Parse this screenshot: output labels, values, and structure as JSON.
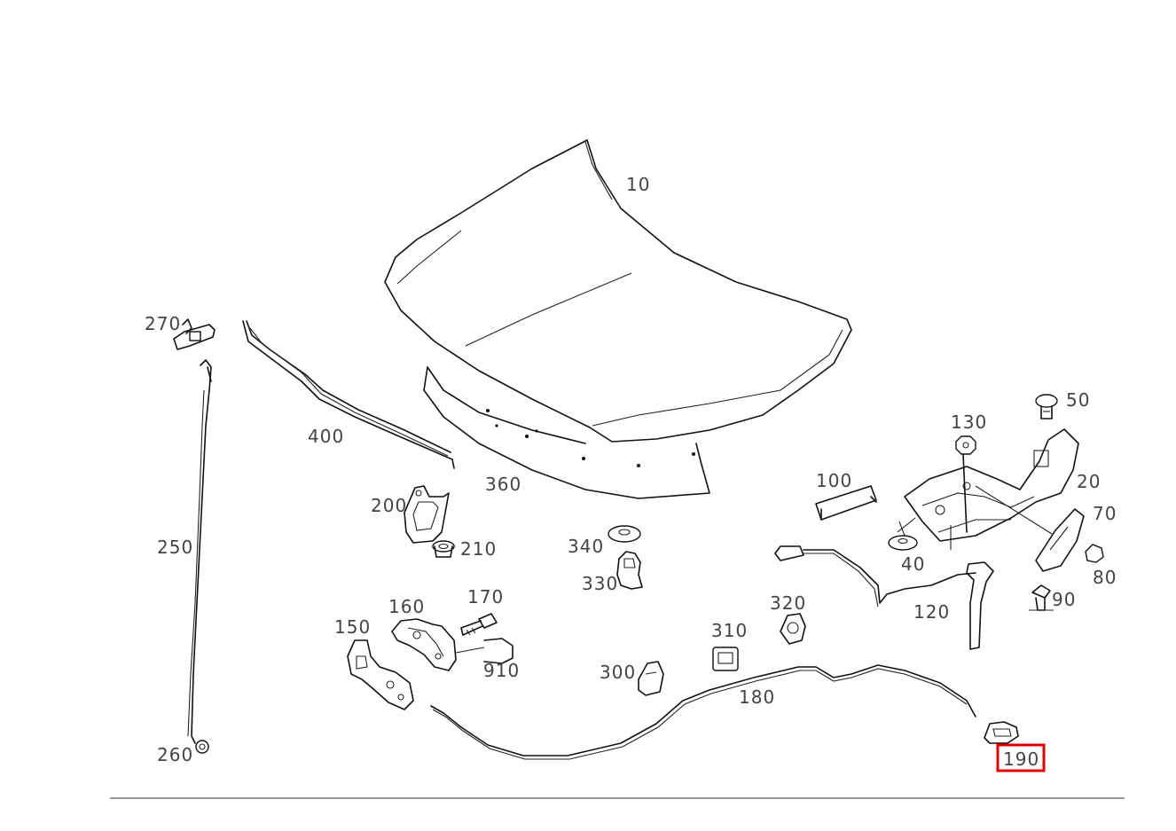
{
  "parts": [
    {
      "id": "p10",
      "label": "10"
    },
    {
      "id": "p20",
      "label": "20"
    },
    {
      "id": "p40",
      "label": "40"
    },
    {
      "id": "p50",
      "label": "50"
    },
    {
      "id": "p70",
      "label": "70"
    },
    {
      "id": "p80",
      "label": "80"
    },
    {
      "id": "p90",
      "label": "90"
    },
    {
      "id": "p100",
      "label": "100"
    },
    {
      "id": "p120",
      "label": "120"
    },
    {
      "id": "p130",
      "label": "130"
    },
    {
      "id": "p150",
      "label": "150"
    },
    {
      "id": "p160",
      "label": "160"
    },
    {
      "id": "p170",
      "label": "170"
    },
    {
      "id": "p180",
      "label": "180"
    },
    {
      "id": "p190",
      "label": "190",
      "highlighted": true
    },
    {
      "id": "p200",
      "label": "200"
    },
    {
      "id": "p210",
      "label": "210"
    },
    {
      "id": "p250",
      "label": "250"
    },
    {
      "id": "p260",
      "label": "260"
    },
    {
      "id": "p270",
      "label": "270"
    },
    {
      "id": "p300",
      "label": "300"
    },
    {
      "id": "p310",
      "label": "310"
    },
    {
      "id": "p320",
      "label": "320"
    },
    {
      "id": "p330",
      "label": "330"
    },
    {
      "id": "p340",
      "label": "340"
    },
    {
      "id": "p360",
      "label": "360"
    },
    {
      "id": "p400",
      "label": "400"
    },
    {
      "id": "p910",
      "label": "910"
    }
  ],
  "colors": {
    "highlight": "#e00000",
    "line": "#111111",
    "label": "#444444"
  }
}
